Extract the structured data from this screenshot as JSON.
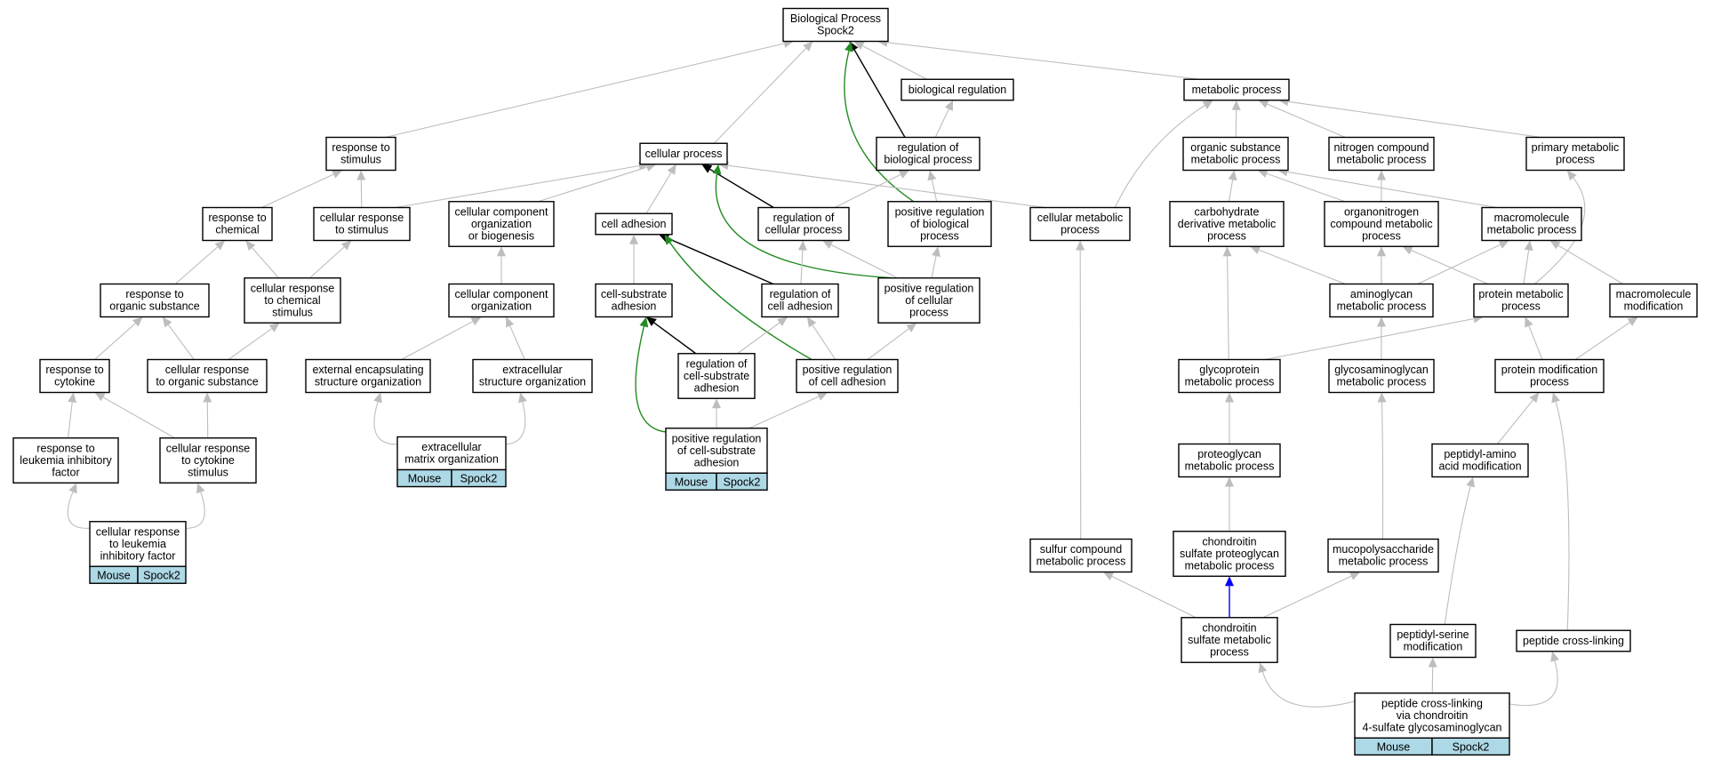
{
  "graph": {
    "nodes": [
      {
        "id": "bp",
        "lines": [
          "Biological Process",
          "Spock2"
        ]
      },
      {
        "id": "breg",
        "lines": [
          "biological regulation"
        ]
      },
      {
        "id": "metab",
        "lines": [
          "metabolic process"
        ]
      },
      {
        "id": "rstim",
        "lines": [
          "response to",
          "stimulus"
        ]
      },
      {
        "id": "cellp",
        "lines": [
          "cellular process"
        ]
      },
      {
        "id": "regbp",
        "lines": [
          "regulation of",
          "biological process"
        ]
      },
      {
        "id": "orgsub",
        "lines": [
          "organic substance",
          "metabolic process"
        ]
      },
      {
        "id": "nitro",
        "lines": [
          "nitrogen compound",
          "metabolic process"
        ]
      },
      {
        "id": "primary",
        "lines": [
          "primary metabolic",
          "process"
        ]
      },
      {
        "id": "rchem",
        "lines": [
          "response to",
          "chemical"
        ]
      },
      {
        "id": "crstim",
        "lines": [
          "cellular response",
          "to stimulus"
        ]
      },
      {
        "id": "ccob",
        "lines": [
          "cellular component",
          "organization",
          "or biogenesis"
        ]
      },
      {
        "id": "celladh",
        "lines": [
          "cell adhesion"
        ]
      },
      {
        "id": "regcp",
        "lines": [
          "regulation of",
          "cellular process"
        ]
      },
      {
        "id": "posregbp",
        "lines": [
          "positive regulation",
          "of biological",
          "process"
        ]
      },
      {
        "id": "cellmet",
        "lines": [
          "cellular metabolic",
          "process"
        ]
      },
      {
        "id": "carbo",
        "lines": [
          "carbohydrate",
          "derivative metabolic",
          "process"
        ]
      },
      {
        "id": "orgnit",
        "lines": [
          "organonitrogen",
          "compound metabolic",
          "process"
        ]
      },
      {
        "id": "macro",
        "lines": [
          "macromolecule",
          "metabolic process"
        ]
      },
      {
        "id": "rorg",
        "lines": [
          "response to",
          "organic substance"
        ]
      },
      {
        "id": "crchem",
        "lines": [
          "cellular response",
          "to chemical",
          "stimulus"
        ]
      },
      {
        "id": "cco",
        "lines": [
          "cellular component",
          "organization"
        ]
      },
      {
        "id": "csadh",
        "lines": [
          "cell-substrate",
          "adhesion"
        ]
      },
      {
        "id": "regcadh",
        "lines": [
          "regulation of",
          "cell adhesion"
        ]
      },
      {
        "id": "posregcp",
        "lines": [
          "positive regulation",
          "of cellular",
          "process"
        ]
      },
      {
        "id": "amino",
        "lines": [
          "aminoglycan",
          "metabolic process"
        ]
      },
      {
        "id": "protmet",
        "lines": [
          "protein metabolic",
          "process"
        ]
      },
      {
        "id": "macromod",
        "lines": [
          "macromolecule",
          "modification"
        ]
      },
      {
        "id": "rcyt",
        "lines": [
          "response to",
          "cytokine"
        ]
      },
      {
        "id": "crorg",
        "lines": [
          "cellular response",
          "to organic substance"
        ]
      },
      {
        "id": "extenc",
        "lines": [
          "external encapsulating",
          "structure organization"
        ]
      },
      {
        "id": "extstr",
        "lines": [
          "extracellular",
          "structure organization"
        ]
      },
      {
        "id": "regcsadh",
        "lines": [
          "regulation of",
          "cell-substrate",
          "adhesion"
        ]
      },
      {
        "id": "posregcadh",
        "lines": [
          "positive regulation",
          "of cell adhesion"
        ]
      },
      {
        "id": "glycop",
        "lines": [
          "glycoprotein",
          "metabolic process"
        ]
      },
      {
        "id": "gag",
        "lines": [
          "glycosaminoglycan",
          "metabolic process"
        ]
      },
      {
        "id": "protmod",
        "lines": [
          "protein modification",
          "process"
        ]
      },
      {
        "id": "rlif",
        "lines": [
          "response to",
          "leukemia inhibitory",
          "factor"
        ]
      },
      {
        "id": "crcyt",
        "lines": [
          "cellular response",
          "to cytokine",
          "stimulus"
        ]
      },
      {
        "id": "ecm",
        "lines": [
          "extracellular",
          "matrix organization"
        ],
        "tags": [
          "Mouse",
          "Spock2"
        ]
      },
      {
        "id": "posregcsadh",
        "lines": [
          "positive regulation",
          "of cell-substrate",
          "adhesion"
        ],
        "tags": [
          "Mouse",
          "Spock2"
        ]
      },
      {
        "id": "proteo",
        "lines": [
          "proteoglycan",
          "metabolic process"
        ]
      },
      {
        "id": "peptamino",
        "lines": [
          "peptidyl-amino",
          "acid modification"
        ]
      },
      {
        "id": "crlif",
        "lines": [
          "cellular response",
          "to leukemia",
          "inhibitory factor"
        ],
        "tags": [
          "Mouse",
          "Spock2"
        ]
      },
      {
        "id": "chondproteo",
        "lines": [
          "chondroitin",
          "sulfate proteoglycan",
          "metabolic process"
        ]
      },
      {
        "id": "sulfur",
        "lines": [
          "sulfur compound",
          "metabolic process"
        ]
      },
      {
        "id": "mucopoly",
        "lines": [
          "mucopolysaccharide",
          "metabolic process"
        ]
      },
      {
        "id": "chondsulf",
        "lines": [
          "chondroitin",
          "sulfate metabolic",
          "process"
        ]
      },
      {
        "id": "peptserine",
        "lines": [
          "peptidyl-serine",
          "modification"
        ]
      },
      {
        "id": "peptcross",
        "lines": [
          "peptide cross-linking"
        ]
      },
      {
        "id": "peptcross4",
        "lines": [
          "peptide cross-linking",
          "via chondroitin",
          "4-sulfate glycosaminoglycan"
        ],
        "tags": [
          "Mouse",
          "Spock2"
        ]
      }
    ],
    "edges": [
      {
        "from": "breg",
        "to": "bp",
        "color": "gray"
      },
      {
        "from": "metab",
        "to": "bp",
        "color": "gray"
      },
      {
        "from": "rstim",
        "to": "bp",
        "color": "gray"
      },
      {
        "from": "cellp",
        "to": "bp",
        "color": "gray"
      },
      {
        "from": "regbp",
        "to": "bp",
        "color": "black"
      },
      {
        "from": "posregbp",
        "to": "bp",
        "color": "green"
      },
      {
        "from": "regbp",
        "to": "breg",
        "color": "gray"
      },
      {
        "from": "orgsub",
        "to": "metab",
        "color": "gray"
      },
      {
        "from": "nitro",
        "to": "metab",
        "color": "gray"
      },
      {
        "from": "primary",
        "to": "metab",
        "color": "gray"
      },
      {
        "from": "cellmet",
        "to": "metab",
        "color": "gray"
      },
      {
        "from": "rchem",
        "to": "rstim",
        "color": "gray"
      },
      {
        "from": "crstim",
        "to": "rstim",
        "color": "gray"
      },
      {
        "from": "crstim",
        "to": "cellp",
        "color": "gray"
      },
      {
        "from": "ccob",
        "to": "cellp",
        "color": "gray"
      },
      {
        "from": "celladh",
        "to": "cellp",
        "color": "gray"
      },
      {
        "from": "regcp",
        "to": "cellp",
        "color": "black"
      },
      {
        "from": "cellmet",
        "to": "cellp",
        "color": "gray"
      },
      {
        "from": "posregcp",
        "to": "cellp",
        "color": "green"
      },
      {
        "from": "regcp",
        "to": "regbp",
        "color": "gray"
      },
      {
        "from": "posregbp",
        "to": "regbp",
        "color": "gray"
      },
      {
        "from": "carbo",
        "to": "orgsub",
        "color": "gray"
      },
      {
        "from": "orgnit",
        "to": "orgsub",
        "color": "gray"
      },
      {
        "from": "macro",
        "to": "orgsub",
        "color": "gray"
      },
      {
        "from": "orgnit",
        "to": "nitro",
        "color": "gray"
      },
      {
        "from": "protmet",
        "to": "primary",
        "color": "gray"
      },
      {
        "from": "rorg",
        "to": "rchem",
        "color": "gray"
      },
      {
        "from": "crchem",
        "to": "rchem",
        "color": "gray"
      },
      {
        "from": "crchem",
        "to": "crstim",
        "color": "gray"
      },
      {
        "from": "cco",
        "to": "ccob",
        "color": "gray"
      },
      {
        "from": "csadh",
        "to": "celladh",
        "color": "gray"
      },
      {
        "from": "regcadh",
        "to": "celladh",
        "color": "black"
      },
      {
        "from": "posregcadh",
        "to": "celladh",
        "color": "green"
      },
      {
        "from": "regcadh",
        "to": "regcp",
        "color": "gray"
      },
      {
        "from": "posregcp",
        "to": "regcp",
        "color": "gray"
      },
      {
        "from": "posregcp",
        "to": "posregbp",
        "color": "gray"
      },
      {
        "from": "amino",
        "to": "carbo",
        "color": "gray"
      },
      {
        "from": "glycop",
        "to": "carbo",
        "color": "gray"
      },
      {
        "from": "amino",
        "to": "orgnit",
        "color": "gray"
      },
      {
        "from": "protmet",
        "to": "orgnit",
        "color": "gray"
      },
      {
        "from": "amino",
        "to": "macro",
        "color": "gray"
      },
      {
        "from": "protmet",
        "to": "macro",
        "color": "gray"
      },
      {
        "from": "macromod",
        "to": "macro",
        "color": "gray"
      },
      {
        "from": "rcyt",
        "to": "rorg",
        "color": "gray"
      },
      {
        "from": "crorg",
        "to": "rorg",
        "color": "gray"
      },
      {
        "from": "crorg",
        "to": "crchem",
        "color": "gray"
      },
      {
        "from": "extenc",
        "to": "cco",
        "color": "gray"
      },
      {
        "from": "extstr",
        "to": "cco",
        "color": "gray"
      },
      {
        "from": "regcsadh",
        "to": "csadh",
        "color": "black"
      },
      {
        "from": "posregcsadh",
        "to": "csadh",
        "color": "green"
      },
      {
        "from": "regcsadh",
        "to": "regcadh",
        "color": "gray"
      },
      {
        "from": "posregcadh",
        "to": "regcadh",
        "color": "gray"
      },
      {
        "from": "posregcadh",
        "to": "posregcp",
        "color": "gray"
      },
      {
        "from": "glycop",
        "to": "protmet",
        "color": "gray"
      },
      {
        "from": "protmod",
        "to": "protmet",
        "color": "gray"
      },
      {
        "from": "gag",
        "to": "amino",
        "color": "gray"
      },
      {
        "from": "protmod",
        "to": "macromod",
        "color": "gray"
      },
      {
        "from": "rlif",
        "to": "rcyt",
        "color": "gray"
      },
      {
        "from": "crcyt",
        "to": "rcyt",
        "color": "gray"
      },
      {
        "from": "crcyt",
        "to": "crorg",
        "color": "gray"
      },
      {
        "from": "ecm",
        "to": "extenc",
        "color": "gray"
      },
      {
        "from": "ecm",
        "to": "extstr",
        "color": "gray"
      },
      {
        "from": "posregcsadh",
        "to": "regcsadh",
        "color": "gray"
      },
      {
        "from": "posregcsadh",
        "to": "posregcadh",
        "color": "gray"
      },
      {
        "from": "proteo",
        "to": "glycop",
        "color": "gray"
      },
      {
        "from": "mucopoly",
        "to": "gag",
        "color": "gray"
      },
      {
        "from": "peptamino",
        "to": "protmod",
        "color": "gray"
      },
      {
        "from": "peptcross",
        "to": "protmod",
        "color": "gray"
      },
      {
        "from": "crlif",
        "to": "rlif",
        "color": "gray"
      },
      {
        "from": "crlif",
        "to": "crcyt",
        "color": "gray"
      },
      {
        "from": "chondproteo",
        "to": "proteo",
        "color": "gray"
      },
      {
        "from": "sulfur",
        "to": "cellmet",
        "color": "gray"
      },
      {
        "from": "chondsulf",
        "to": "chondproteo",
        "color": "blue"
      },
      {
        "from": "chondsulf",
        "to": "sulfur",
        "color": "gray"
      },
      {
        "from": "chondsulf",
        "to": "mucopoly",
        "color": "gray"
      },
      {
        "from": "peptserine",
        "to": "peptamino",
        "color": "gray"
      },
      {
        "from": "peptcross4",
        "to": "chondsulf",
        "color": "gray"
      },
      {
        "from": "peptcross4",
        "to": "peptserine",
        "color": "gray"
      },
      {
        "from": "peptcross4",
        "to": "peptcross",
        "color": "gray"
      }
    ]
  }
}
